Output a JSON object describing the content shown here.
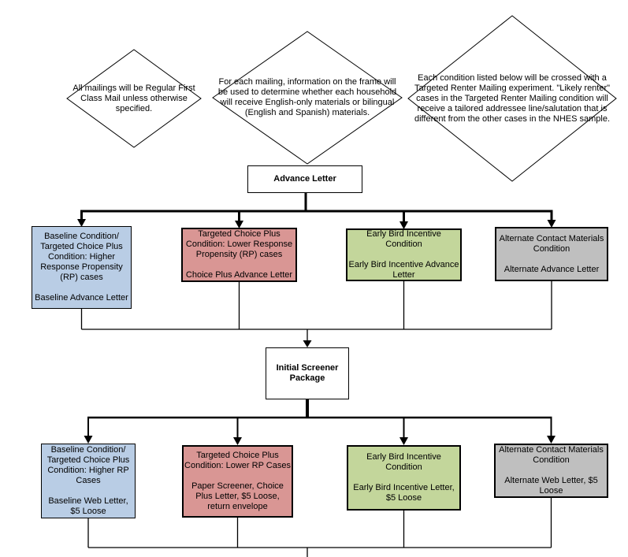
{
  "colors": {
    "baseline_blue": "#B9CDE5",
    "choice_plus_red": "#D99694",
    "early_bird_green": "#C3D69B",
    "alternate_gray": "#BFBFBF",
    "line": "#000000"
  },
  "notes": [
    {
      "text": "All mailings will be Regular First Class Mail unless otherwise specified."
    },
    {
      "text": "For each mailing, information on the frame will be used to determine whether each household will receive English-only materials or bilingual (English and Spanish) materials."
    },
    {
      "text": "Each condition listed below will be crossed with a Targeted Renter Mailing experiment. \"Likely renter\" cases in the Targeted Renter Mailing condition will receive a tailored addressee line/salutation that is different from the other cases in the NHES sample."
    }
  ],
  "stages": {
    "advance_letter": "Advance Letter",
    "initial_screener": "Initial Screener Package"
  },
  "advance_row": [
    {
      "condition": "Baseline Condition/ Targeted Choice Plus Condition: Higher Response Propensity (RP) cases",
      "material": "Baseline Advance Letter"
    },
    {
      "condition": "Targeted Choice Plus Condition: Lower Response Propensity (RP) cases",
      "material": "Choice Plus Advance Letter"
    },
    {
      "condition": "Early Bird Incentive Condition",
      "material": "Early Bird Incentive Advance Letter"
    },
    {
      "condition": "Alternate Contact Materials Condition",
      "material": "Alternate Advance Letter"
    }
  ],
  "screener_row": [
    {
      "condition": "Baseline Condition/ Targeted Choice Plus Condition: Higher RP Cases",
      "material": "Baseline Web Letter, $5 Loose"
    },
    {
      "condition": "Targeted Choice Plus Condition: Lower RP Cases",
      "material": "Paper Screener, Choice Plus Letter, $5 Loose, return envelope"
    },
    {
      "condition": "Early Bird Incentive Condition",
      "material": "Early Bird Incentive Letter, $5 Loose"
    },
    {
      "condition": "Alternate Contact Materials Condition",
      "material": "Alternate Web Letter, $5 Loose"
    }
  ]
}
